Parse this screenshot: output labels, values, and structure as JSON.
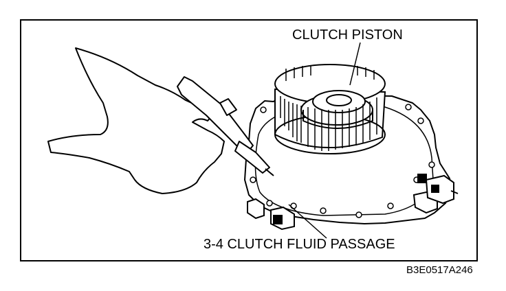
{
  "labels": {
    "clutch_piston": "CLUTCH PISTON",
    "fluid_passage": "3-4 CLUTCH FLUID PASSAGE",
    "figure_code": "B3E0517A246"
  },
  "colors": {
    "line": "#000000",
    "background": "#ffffff"
  }
}
